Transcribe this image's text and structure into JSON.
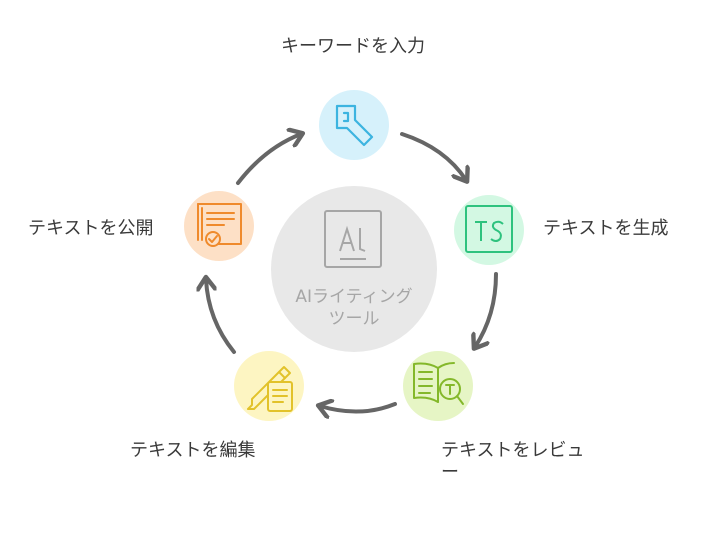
{
  "center": {
    "label": "AIライティングツール",
    "icon": "ai-square-icon"
  },
  "steps": [
    {
      "id": "keyword",
      "label": "キーワードを入力",
      "icon": "key-icon",
      "color": "#3cb4e0",
      "bg": "#d6f1fb"
    },
    {
      "id": "generate",
      "label": "テキストを生成",
      "icon": "typescript-icon",
      "color": "#2ec27e",
      "bg": "#d3f8e3"
    },
    {
      "id": "review",
      "label": "テキストをレビュー",
      "icon": "book-search-icon",
      "color": "#84b82a",
      "bg": "#e6f5c5"
    },
    {
      "id": "edit",
      "label": "テキストを編集",
      "icon": "pencil-document-icon",
      "color": "#e2c22a",
      "bg": "#fdf5c2"
    },
    {
      "id": "publish",
      "label": "テキストを公開",
      "icon": "certificate-icon",
      "color": "#ef8a2c",
      "bg": "#fde0c6"
    }
  ],
  "colors": {
    "arrow": "#666666",
    "center_bg": "#e8e8e8",
    "center_fg": "#a6a6a6"
  }
}
